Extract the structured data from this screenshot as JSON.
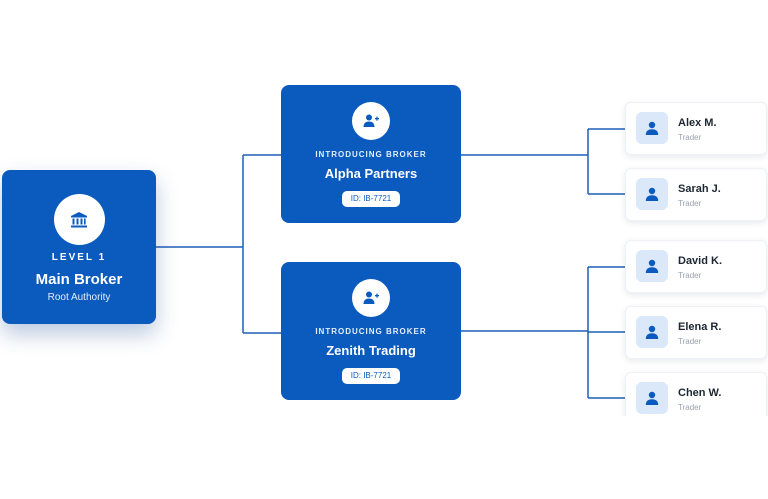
{
  "main_broker": {
    "icon": "bank-icon",
    "level": "LEVEL 1",
    "name": "Main Broker",
    "subtitle": "Root Authority"
  },
  "introducing_brokers": [
    {
      "icon": "user-plus-icon",
      "kicker": "INTRODUCING BROKER",
      "name": "Alpha Partners",
      "id": "ID: IB-7721"
    },
    {
      "icon": "user-plus-icon",
      "kicker": "INTRODUCING BROKER",
      "name": "Zenith Trading",
      "id": "ID: IB-7721"
    }
  ],
  "traders": [
    {
      "icon": "user-icon",
      "name": "Alex M.",
      "role": "Trader"
    },
    {
      "icon": "user-icon",
      "name": "Sarah J.",
      "role": "Trader"
    },
    {
      "icon": "user-icon",
      "name": "David K.",
      "role": "Trader"
    },
    {
      "icon": "user-icon",
      "name": "Elena R.",
      "role": "Trader"
    },
    {
      "icon": "user-icon",
      "name": "Chen W.",
      "role": "Trader"
    }
  ],
  "colors": {
    "primary": "#0b5bbf",
    "connector": "#1f5fb8",
    "avatar_bg": "#dbe8fa",
    "trader_name": "#1d2733",
    "trader_role": "#9aa3af"
  }
}
